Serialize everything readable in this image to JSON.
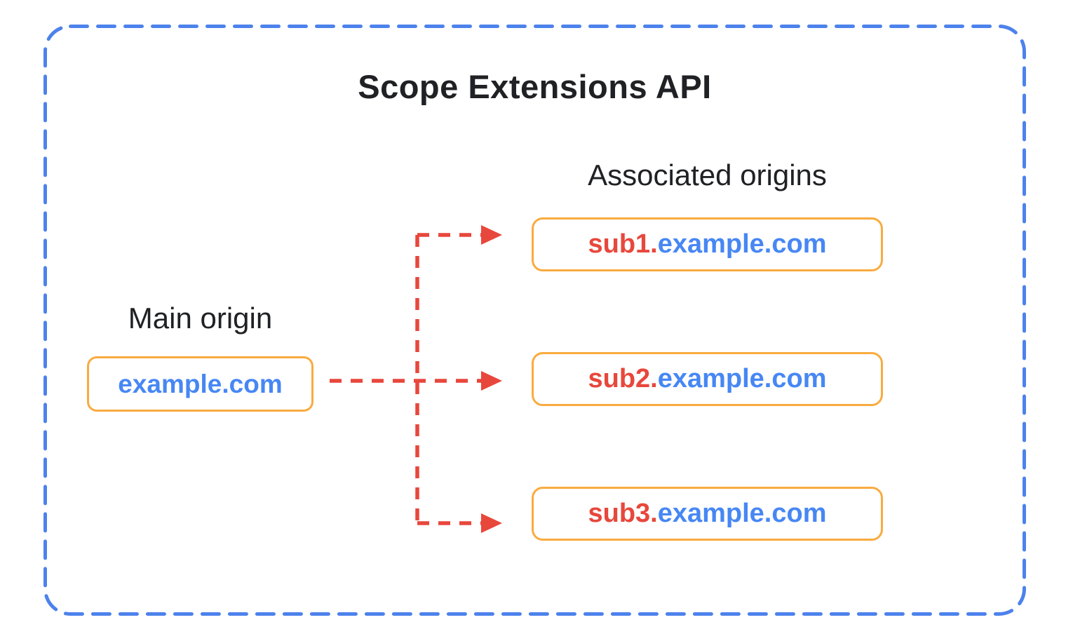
{
  "diagram": {
    "title": "Scope Extensions API",
    "main_origin": {
      "label": "Main origin",
      "domain": "example.com"
    },
    "associated_origins": {
      "label": "Associated origins",
      "items": [
        {
          "prefix": "sub1.",
          "suffix": "example.com"
        },
        {
          "prefix": "sub2.",
          "suffix": "example.com"
        },
        {
          "prefix": "sub3.",
          "suffix": "example.com"
        }
      ]
    },
    "colors": {
      "border_blue": "#4D82EC",
      "box_orange": "#F9AB40",
      "domain_blue": "#4787F4",
      "subdomain_red": "#E8473C",
      "arrow_red": "#E8473C",
      "text_black": "#202124",
      "canvas_bg": "#FFFFFF"
    }
  }
}
